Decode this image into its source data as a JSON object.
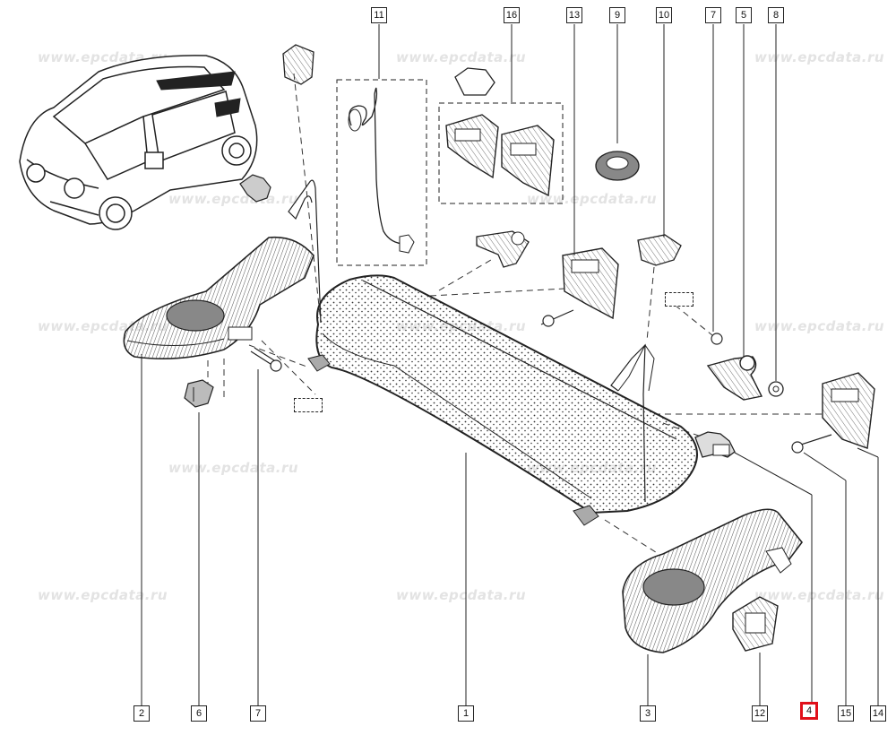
{
  "watermark": "www.epcdata.ru",
  "highlight_color": "#e0101a",
  "callouts": {
    "c1": "1",
    "c2": "2",
    "c3": "3",
    "c4": "4",
    "c5": "5",
    "c6": "6",
    "c7a": "7",
    "c7b": "7",
    "c8": "8",
    "c9": "9",
    "c10": "10",
    "c11": "11",
    "c12": "12",
    "c13": "13",
    "c14": "14",
    "c15": "15",
    "c16": "16"
  },
  "selected_callout": "4"
}
